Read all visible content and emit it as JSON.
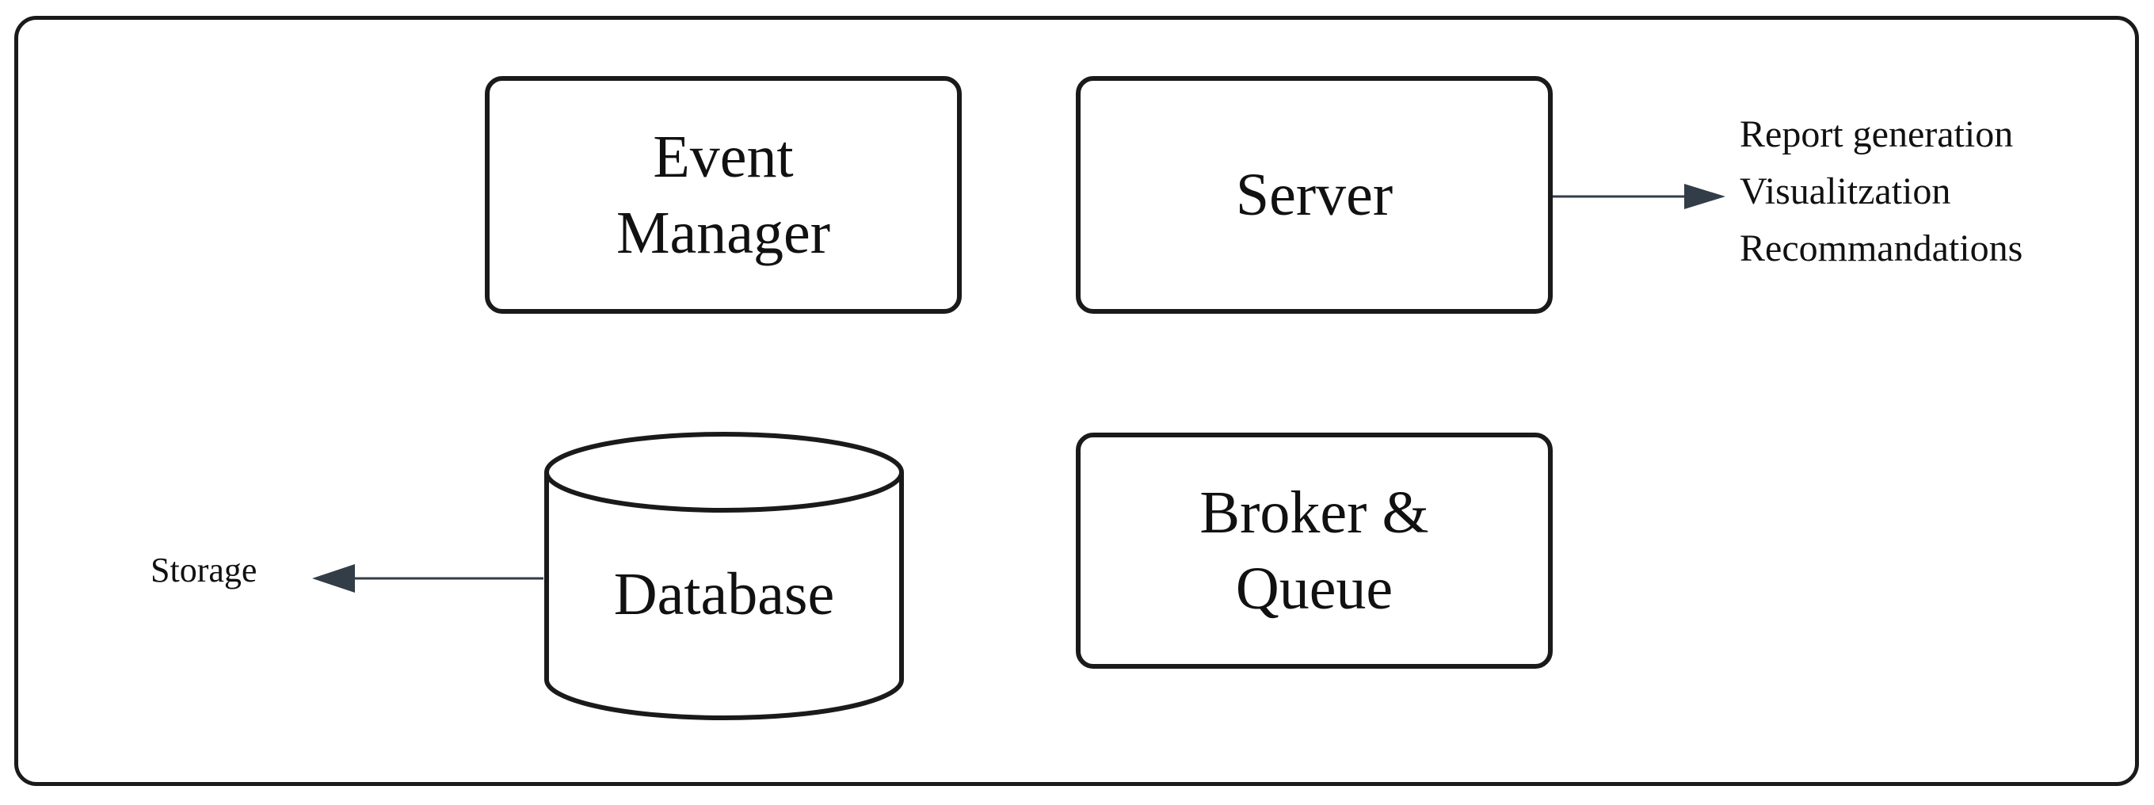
{
  "diagram": {
    "nodes": {
      "event_manager": {
        "line1": "Event",
        "line2": "Manager"
      },
      "server": {
        "label": "Server"
      },
      "broker_queue": {
        "line1": "Broker &",
        "line2": "Queue"
      },
      "database": {
        "label": "Database"
      }
    },
    "server_outputs": [
      "Report generation",
      "Visualitzation",
      "Recommandations"
    ],
    "database_output": "Storage",
    "edges": [
      {
        "from": "Server",
        "to": "server_outputs"
      },
      {
        "from": "Database",
        "to": "Storage"
      }
    ],
    "colors": {
      "stroke": "#1a1a1a",
      "arrow": "#333d47",
      "background": "#ffffff"
    }
  }
}
